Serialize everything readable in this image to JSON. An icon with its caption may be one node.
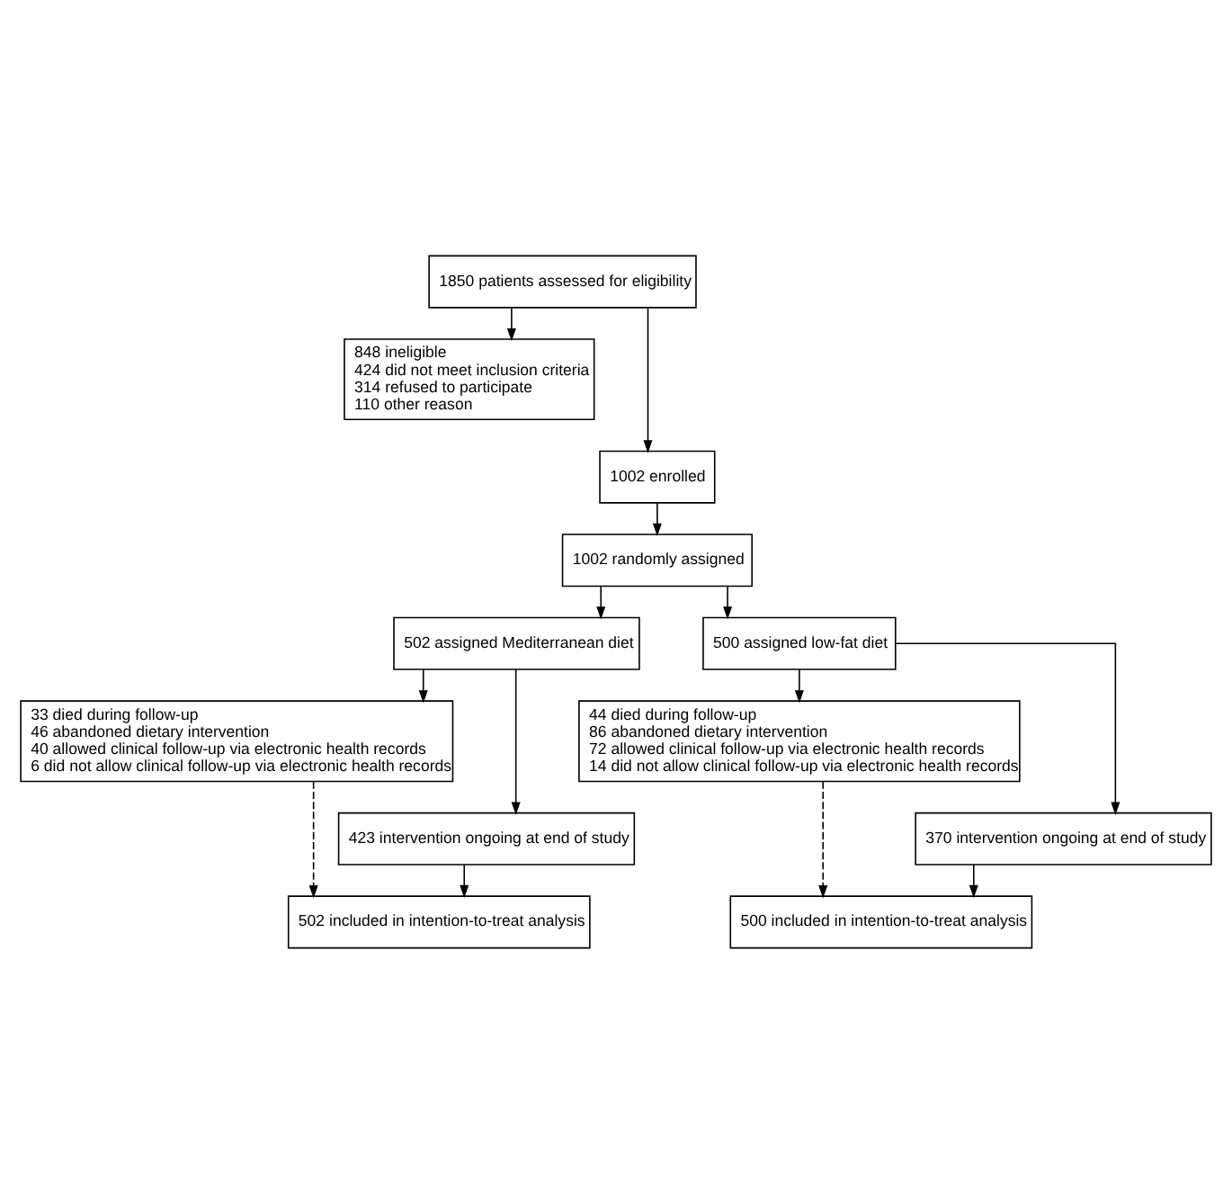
{
  "diagram": {
    "nodes": [
      {
        "text": [
          "1850 patients assessed for eligibility"
        ]
      },
      {
        "text": [
          "848 ineligible",
          "424 did not meet inclusion criteria",
          "314 refused to participate",
          "110 other reason"
        ]
      },
      {
        "text": [
          "1002 enrolled"
        ]
      },
      {
        "text": [
          "1002 randomly assigned"
        ]
      },
      {
        "text": [
          "502 assigned Mediterranean diet"
        ]
      },
      {
        "text": [
          "500 assigned low-fat diet"
        ]
      },
      {
        "text": [
          "33 died during follow-up",
          "46 abandoned dietary intervention",
          "40 allowed clinical follow-up via electronic health records",
          "6 did not allow clinical follow-up via electronic health records"
        ]
      },
      {
        "text": [
          "44 died during follow-up",
          "86 abandoned dietary intervention",
          "72 allowed clinical follow-up via electronic health records",
          "14 did not allow clinical follow-up via electronic health records"
        ]
      },
      {
        "text": [
          "423 intervention ongoing at end of study"
        ]
      },
      {
        "text": [
          "370 intervention ongoing at end of study"
        ]
      },
      {
        "text": [
          "502 included in intention-to-treat analysis"
        ]
      },
      {
        "text": [
          "500 included in intention-to-treat analysis"
        ]
      }
    ],
    "edges": [
      {
        "from": 0,
        "to": 2,
        "arrow": "to"
      },
      {
        "from": 0,
        "to": 1,
        "arrow": "to"
      },
      {
        "from": 2,
        "to": 3,
        "arrow": "to"
      },
      {
        "from": 3,
        "to": 4,
        "arrow": "to"
      },
      {
        "from": 3,
        "to": 5,
        "arrow": "to"
      },
      {
        "from": 4,
        "to": 8,
        "arrow": "to"
      },
      {
        "from": 4,
        "to": 6,
        "arrow": "to"
      },
      {
        "from": 5,
        "to": 9,
        "arrow": "to"
      },
      {
        "from": 5,
        "to": 7,
        "arrow": "to"
      },
      {
        "from": 8,
        "to": 10,
        "arrow": "to"
      },
      {
        "from": 9,
        "to": 11,
        "arrow": "to"
      },
      {
        "from": 6,
        "to": 10,
        "arrow": "to",
        "style": "dashed"
      },
      {
        "from": 7,
        "to": 11,
        "arrow": "to",
        "style": "dashed"
      }
    ]
  }
}
